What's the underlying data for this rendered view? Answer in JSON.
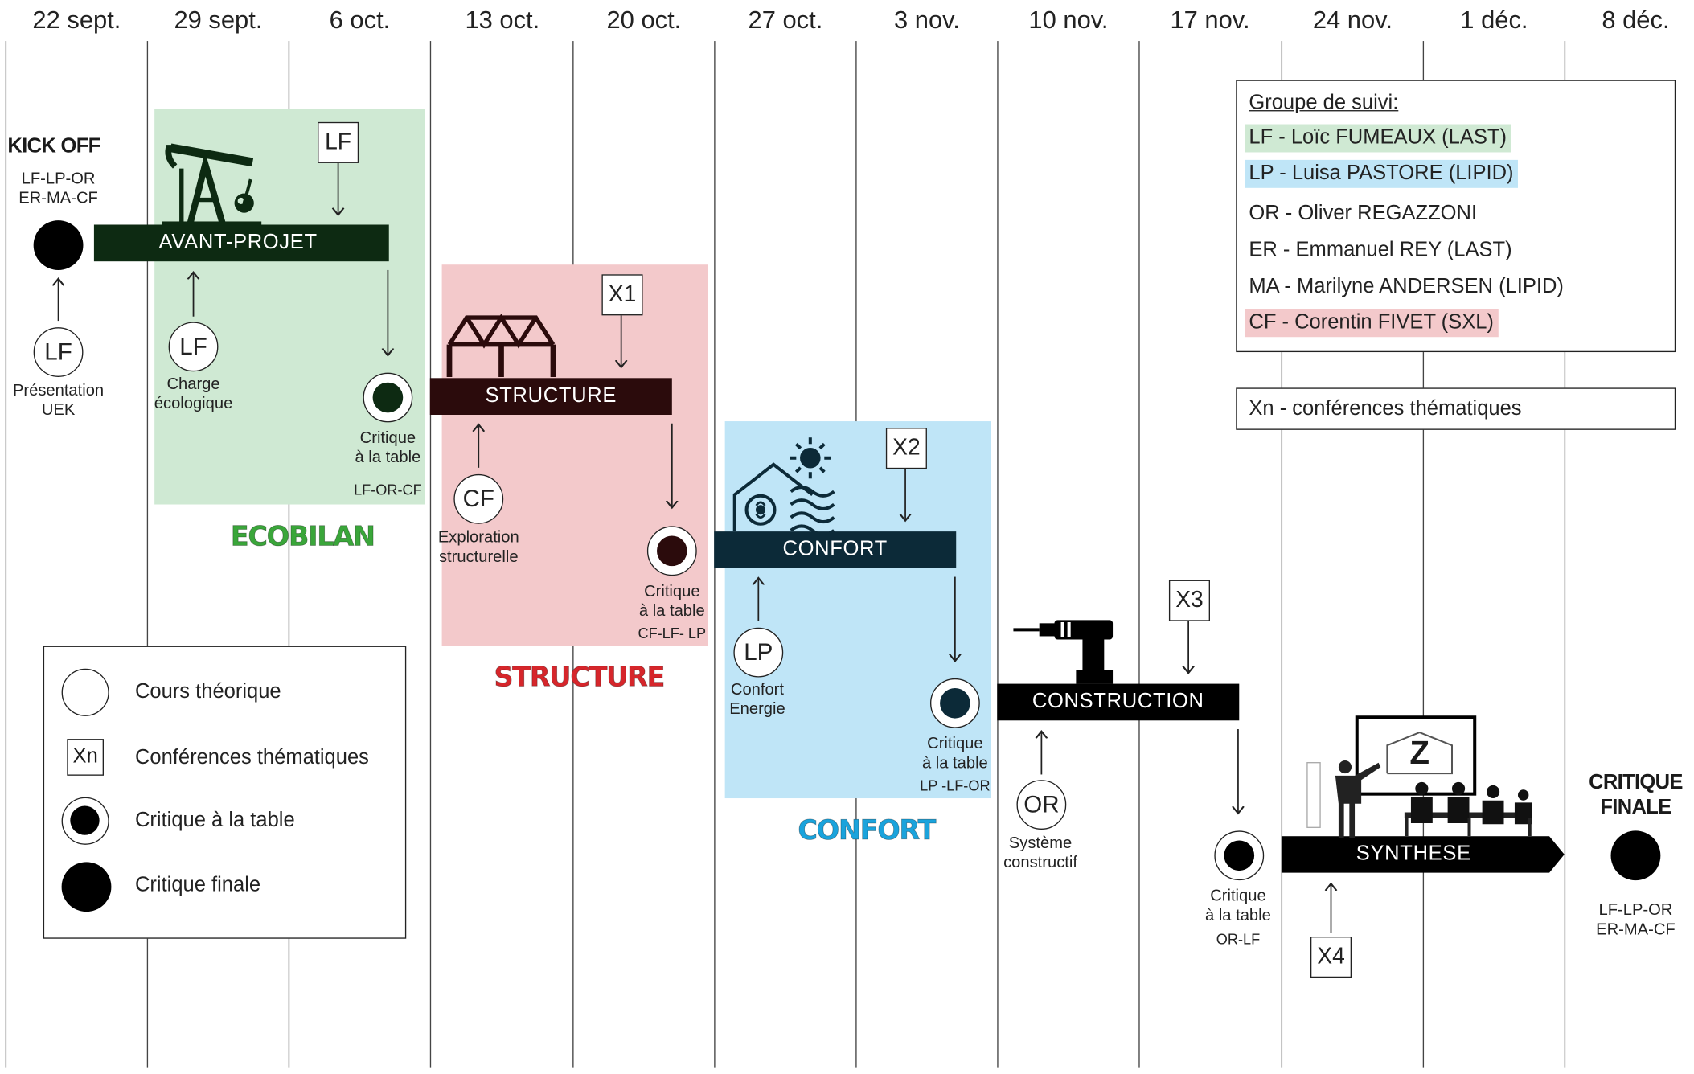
{
  "dates": [
    "22 sept.",
    "29 sept.",
    "6 oct.",
    "13 oct.",
    "20 oct.",
    "27 oct.",
    "3 nov.",
    "10 nov.",
    "17 nov.",
    "24 nov.",
    "1 déc.",
    "8 déc."
  ],
  "kickoff": {
    "title": "KICK OFF",
    "participants_line1": "LF-LP-OR",
    "participants_line2": "ER-MA-CF"
  },
  "course_circles": [
    {
      "code": "LF",
      "caption_line1": "Présentation",
      "caption_line2": "UEK"
    },
    {
      "code": "LF",
      "caption_line1": "Charge",
      "caption_line2": "écologique"
    },
    {
      "code": "CF",
      "caption_line1": "Exploration",
      "caption_line2": "structurelle"
    },
    {
      "code": "LP",
      "caption_line1": "Confort",
      "caption_line2": "Energie"
    },
    {
      "code": "OR",
      "caption_line1": "Système",
      "caption_line2": "constructif"
    }
  ],
  "conference_boxes": [
    "LF",
    "X1",
    "X2",
    "X3",
    "X4"
  ],
  "phases": [
    {
      "bar_label": "AVANT-PROJET",
      "phase_name": "ECOBILAN",
      "bg": "#cfe9d3",
      "bar_color": "#0d2a12",
      "name_color": "#3aa63a"
    },
    {
      "bar_label": "STRUCTURE",
      "phase_name": "STRUCTURE",
      "bg": "#f3c9cb",
      "bar_color": "#2b0b0c",
      "name_color": "#d6262b"
    },
    {
      "bar_label": "CONFORT",
      "phase_name": "CONFORT",
      "bg": "#bfe5f7",
      "bar_color": "#0c2a38",
      "name_color": "#1aa3dc"
    },
    {
      "bar_label": "CONSTRUCTION",
      "bar_color": "#000000"
    },
    {
      "bar_label": "SYNTHESE",
      "bar_color": "#000000"
    }
  ],
  "desk_critiques": [
    {
      "caption_line1": "Critique",
      "caption_line2": "à la table",
      "participants": "LF-OR-CF",
      "dot_color": "#0d2a12"
    },
    {
      "caption_line1": "Critique",
      "caption_line2": "à la table",
      "participants": "CF-LF- LP",
      "dot_color": "#2b0b0c"
    },
    {
      "caption_line1": "Critique",
      "caption_line2": "à la table",
      "participants": "LP -LF-OR",
      "dot_color": "#0c2a38"
    },
    {
      "caption_line1": "Critique",
      "caption_line2": "à la table",
      "participants": "OR-LF",
      "dot_color": "#000000"
    }
  ],
  "final": {
    "title_line1": "CRITIQUE",
    "title_line2": "FINALE",
    "participants_line1": "LF-LP-OR",
    "participants_line2": "ER-MA-CF"
  },
  "legend": {
    "items": [
      {
        "icon": "empty-circle",
        "label": "Cours théorique"
      },
      {
        "icon": "box",
        "box_text": "Xn",
        "label": "Conférences thématiques"
      },
      {
        "icon": "target",
        "label": "Critique à la table"
      },
      {
        "icon": "filled-circle",
        "label": "Critique finale"
      }
    ]
  },
  "group": {
    "title": "Groupe de suivi:",
    "members": [
      {
        "text": "LF - Loïc FUMEAUX (LAST)",
        "highlight": "#cfe9d3"
      },
      {
        "text": "LP - Luisa PASTORE (LIPID)",
        "highlight": "#bfe5f7"
      },
      {
        "text": "OR - Oliver REGAZZONI",
        "highlight": ""
      },
      {
        "text": "ER - Emmanuel REY (LAST)",
        "highlight": ""
      },
      {
        "text": "MA - Marilyne ANDERSEN (LIPID)",
        "highlight": ""
      },
      {
        "text": "CF - Corentin FIVET (SXL)",
        "highlight": "#f3c9cb"
      }
    ]
  },
  "xn_note": "Xn - conférences thématiques",
  "synthese_sign": "Z"
}
